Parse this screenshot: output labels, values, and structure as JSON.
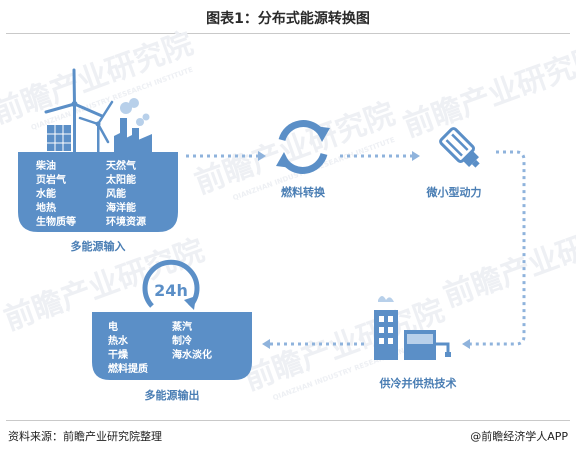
{
  "title": "图表1：分布式能源转换图",
  "watermark": {
    "brand": "前瞻产业研究院",
    "sub": "QIANZHAN INDUSTRY RESEARCH INSTITUTE"
  },
  "input_block": {
    "label": "多能源输入",
    "items": [
      [
        "柴油",
        "天然气"
      ],
      [
        "页岩气",
        "太阳能"
      ],
      [
        "水能",
        "风能"
      ],
      [
        "地热",
        "海洋能"
      ],
      [
        "生物质等",
        "环境资源"
      ]
    ]
  },
  "fuel_label": "燃料转换",
  "micro_label": "微小型动力",
  "supply_label": "供冷并供热技术",
  "output_block": {
    "label": "多能源输出",
    "badge": "24h",
    "items": [
      [
        "电",
        "蒸汽"
      ],
      [
        "热水",
        "制冷"
      ],
      [
        "干燥",
        "海水淡化"
      ],
      [
        "燃料提质",
        ""
      ]
    ]
  },
  "source": "资料来源：前瞻产业研究院整理",
  "credit": "@前瞻经济学人APP",
  "colors": {
    "primary": "#5b8fc7",
    "light": "#b8d0ea",
    "label": "#4a7eb4",
    "dots": "#8fb3dc"
  }
}
